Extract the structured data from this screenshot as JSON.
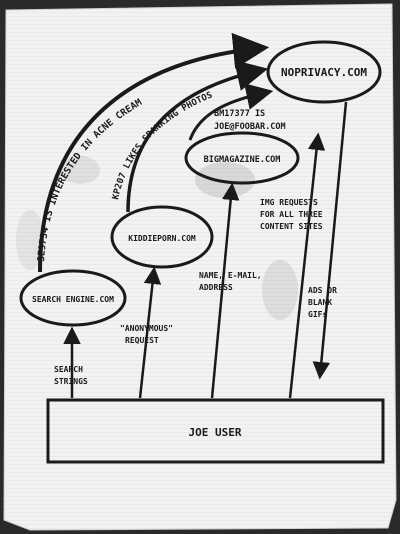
{
  "nodes": {
    "noprivacy": "NOPRIVACY.COM",
    "bigmagazine": "BIGMAGAZINE.COM",
    "kiddieporn": "KIDDIEPORN.COM",
    "searchengine": "SEARCH ENGINE.COM",
    "joeuser": "JOE USER"
  },
  "flows": {
    "search_to_noprivacy": "SE9734  IS INTERESTED IN ACNE CREAM",
    "kiddie_to_noprivacy": "KP207 LIKES SPANKING PHOTOS",
    "bigmag_line1": "BM17377 IS",
    "bigmag_line2": "JOE@FOOBAR.COM",
    "img_line1": "IMG REQUESTS",
    "img_line2": "FOR ALL THREE",
    "img_line3": "CONTENT SITES",
    "name_line1": "NAME, E-MAIL,",
    "name_line2": "ADDRESS",
    "ads_line1": "ADS OR",
    "ads_line2": "BLANK",
    "ads_line3": "GIFs",
    "anon_line1": "\"ANONYMOUS\"",
    "anon_line2": "REQUEST",
    "search_line1": "SEARCH",
    "search_line2": "STRINGS"
  },
  "colors": {
    "ink": "#1a1a1a",
    "napkin": "#f1f1ef",
    "background": "#2a2a2a"
  }
}
